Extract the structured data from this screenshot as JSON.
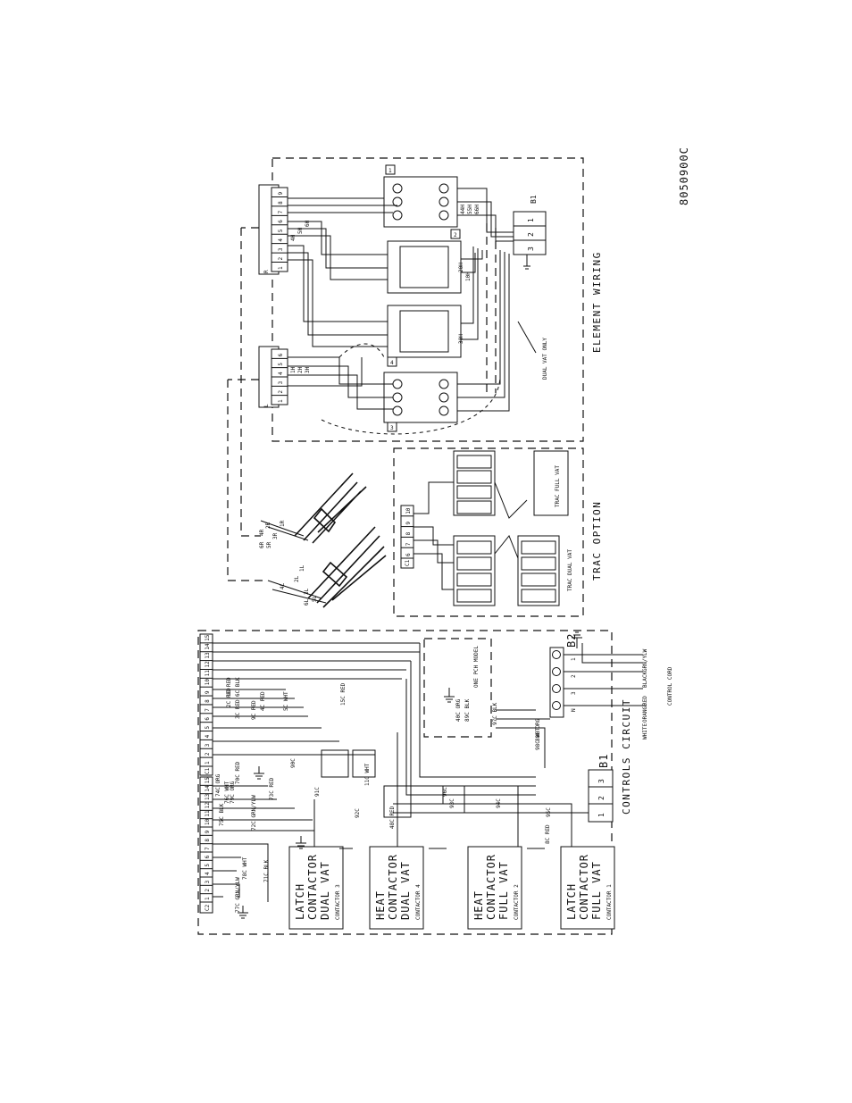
{
  "drawing_number": "8050900C",
  "sections": {
    "controls": "CONTROLS CIRCUIT",
    "element": "ELEMENT WIRING",
    "trac": "TRAC OPTION"
  },
  "contactors": [
    {
      "l1": "LATCH",
      "l2": "CONTACTOR",
      "l3": "DUAL VAT",
      "l4": "CONTACTOR 3"
    },
    {
      "l1": "HEAT",
      "l2": "CONTACTOR",
      "l3": "DUAL VAT",
      "l4": "CONTACTOR 4"
    },
    {
      "l1": "HEAT",
      "l2": "CONTACTOR",
      "l3": "FULL VAT",
      "l4": "CONTACTOR 2"
    },
    {
      "l1": "LATCH",
      "l2": "CONTACTOR",
      "l3": "FULL VAT",
      "l4": "CONTACTOR 1"
    }
  ],
  "connectors": {
    "c2": "C2",
    "c1": "C1",
    "c2_pins": [
      "1",
      "2",
      "3",
      "4",
      "5",
      "6",
      "7",
      "8",
      "9",
      "10",
      "11",
      "12",
      "13",
      "14",
      "15"
    ],
    "c1_pins": [
      "1",
      "2",
      "3",
      "4",
      "5",
      "6",
      "7",
      "8",
      "9",
      "10",
      "11",
      "12",
      "13",
      "14",
      "15"
    ],
    "b1": "B1",
    "b1_pins": [
      "1",
      "2",
      "3"
    ],
    "b2": "B2",
    "b2_pins": [
      "N",
      "3",
      "2",
      "1"
    ],
    "l_block": "L",
    "r_block": "R",
    "l_pins": [
      "1",
      "2",
      "3",
      "4",
      "5",
      "6"
    ],
    "r_pins": [
      "1",
      "2",
      "3",
      "4",
      "5",
      "6",
      "7",
      "8",
      "9"
    ],
    "trac_block": "C1",
    "trac_pins": [
      "6",
      "7",
      "8",
      "9",
      "10"
    ]
  },
  "cord": {
    "label": "CONTROL CORD",
    "colors": [
      "GRN/YLW",
      "BLACK",
      "RED",
      "ORANGE",
      "WHITE"
    ]
  },
  "one_pc_note": "ONE PCH MODEL",
  "dual_vat_only": "DUAL VAT ONLY",
  "trac_labels": {
    "full": "TRAC FULL VAT",
    "dual": "TRAC DUAL VAT"
  },
  "wire_labels": {
    "c2": [
      "77C GRN/YLW",
      "78C WHT",
      "71C BLK",
      "75C BLK",
      "76C WHT",
      "72C GRN/YLW",
      "73C RED",
      "74C ORG",
      "79C ORG",
      "70C RED"
    ],
    "c1": [
      "1C RED",
      "3C RED",
      "2C RED",
      "6C BLK",
      "9C RED",
      "4C RED",
      "5C WHT",
      "90C",
      "91C",
      "92C",
      "93C",
      "94C",
      "95C",
      "96C",
      "97C BLK",
      "98C WHT",
      "88C ORG",
      "89C BLK",
      "40C ORG",
      "48C RED",
      "11C WHT",
      "15C RED",
      "8C RED"
    ],
    "element": [
      "1H",
      "2H",
      "3H",
      "4H",
      "5H",
      "6H",
      "1R",
      "2R",
      "3R",
      "4R",
      "5R",
      "6R",
      "1L",
      "2L",
      "3L",
      "4L",
      "5L",
      "6L",
      "10H",
      "20H",
      "30H",
      "40H",
      "50H",
      "60H",
      "44H",
      "55H",
      "66H"
    ]
  }
}
